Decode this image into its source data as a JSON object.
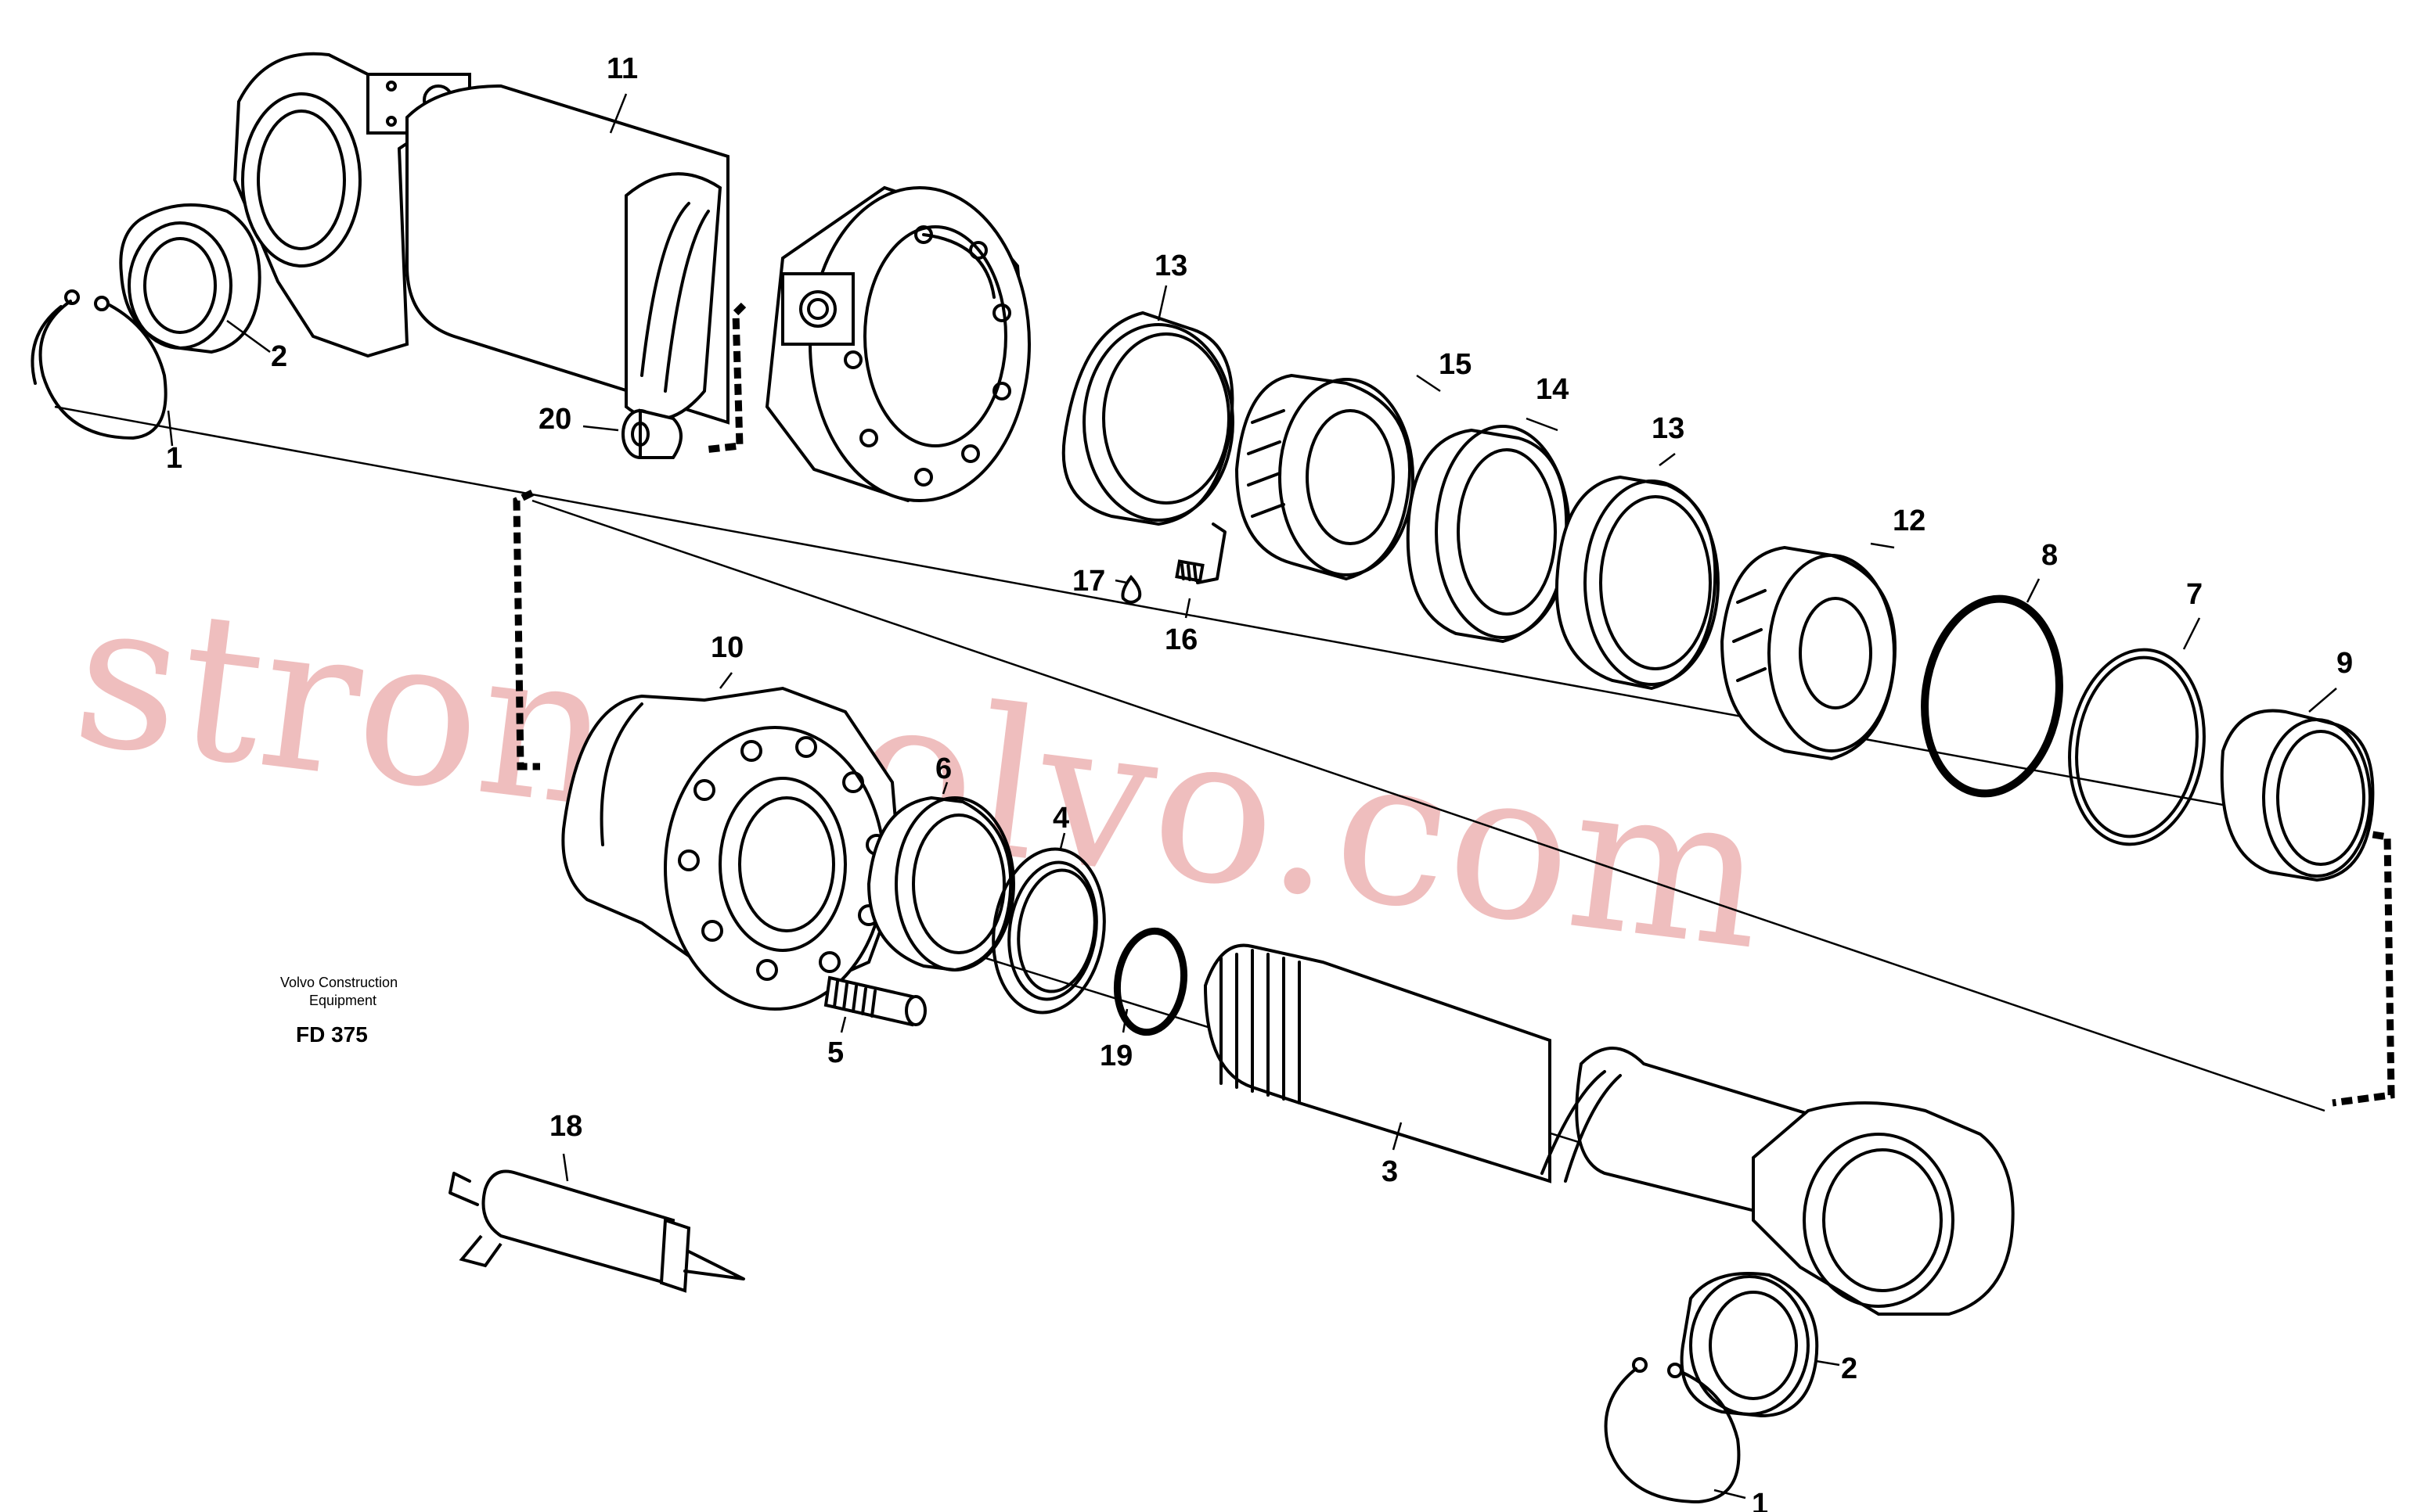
{
  "manufacturer_line1": "Volvo Construction",
  "manufacturer_line2": "Equipment",
  "drawing_ref": "FD 375",
  "watermark": "strongvolvo.com",
  "callouts": {
    "c1a": "1",
    "c2a": "2",
    "c11": "11",
    "c20": "20",
    "c13a": "13",
    "c15": "15",
    "c14": "14",
    "c13b": "13",
    "c12": "12",
    "c8": "8",
    "c7": "7",
    "c9": "9",
    "c17": "17",
    "c16": "16",
    "c10": "10",
    "c6": "6",
    "c4": "4",
    "c5": "5",
    "c19": "19",
    "c3": "3",
    "c18": "18",
    "c2b": "2",
    "c1b": "1"
  }
}
